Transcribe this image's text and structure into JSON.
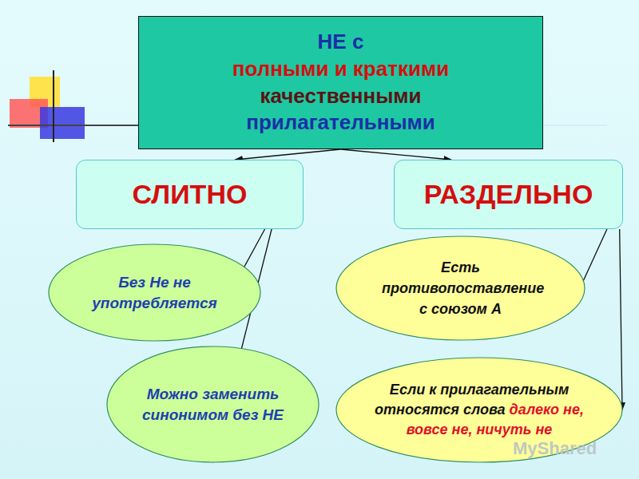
{
  "diagram": {
    "nodes": [
      {
        "text": [
          "НЕ с",
          "полными и краткими",
          "качественными",
          "прилагательными"
        ]
      },
      {
        "text": [
          "СЛИТНО"
        ]
      },
      {
        "text": [
          "РАЗДЕЛЬНО"
        ]
      },
      {
        "text": [
          "Без Не не употребляется"
        ]
      },
      {
        "text": [
          "Можно заменить синонимом без НЕ"
        ]
      },
      {
        "text": [
          "Есть противопоставление с союзом А"
        ]
      },
      {
        "text": [
          "Если к прилагательным относятся слова",
          "далеко не, вовсе не, ничуть не"
        ]
      }
    ],
    "edges": [
      {
        "from": 0,
        "to": 1,
        "arrow": "to"
      },
      {
        "from": 0,
        "to": 2,
        "arrow": "to"
      },
      {
        "from": 1,
        "to": 3,
        "arrow": "to"
      },
      {
        "from": 1,
        "to": 4,
        "arrow": "to"
      },
      {
        "from": 2,
        "to": 5,
        "arrow": "to"
      },
      {
        "from": 2,
        "to": 6,
        "arrow": "to"
      }
    ],
    "labels": [
      "MyShared"
    ]
  }
}
